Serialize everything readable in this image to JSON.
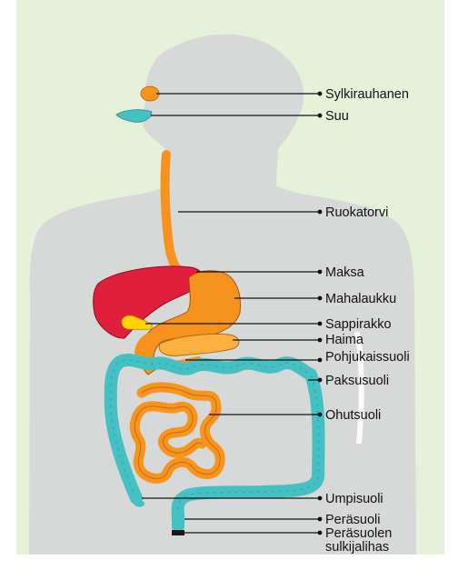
{
  "labels": {
    "salivary_gland": "Sylkirauhanen",
    "mouth": "Suu",
    "esophagus": "Ruokatorvi",
    "liver": "Maksa",
    "stomach": "Mahalaukku",
    "gallbladder": "Sappirakko",
    "pancreas": "Haima",
    "duodenum": "Pohjukaissuoli",
    "large_intestine": "Paksusuoli",
    "small_intestine": "Ohutsuoli",
    "appendix": "Umpisuoli",
    "rectum": "Peräsuoli",
    "anal_sphincter_line1": "Peräsuolen",
    "anal_sphincter_line2": "sulkijalihas"
  },
  "colors": {
    "background": "#e6f1d9",
    "body": "#d7d8d8",
    "liver": "#e01f3d",
    "stomach": "#f6921e",
    "yellow": "#ffd200",
    "pancreas": "#fbb040",
    "colon": "#45c0c3",
    "small_intestine": "#f7941d"
  }
}
